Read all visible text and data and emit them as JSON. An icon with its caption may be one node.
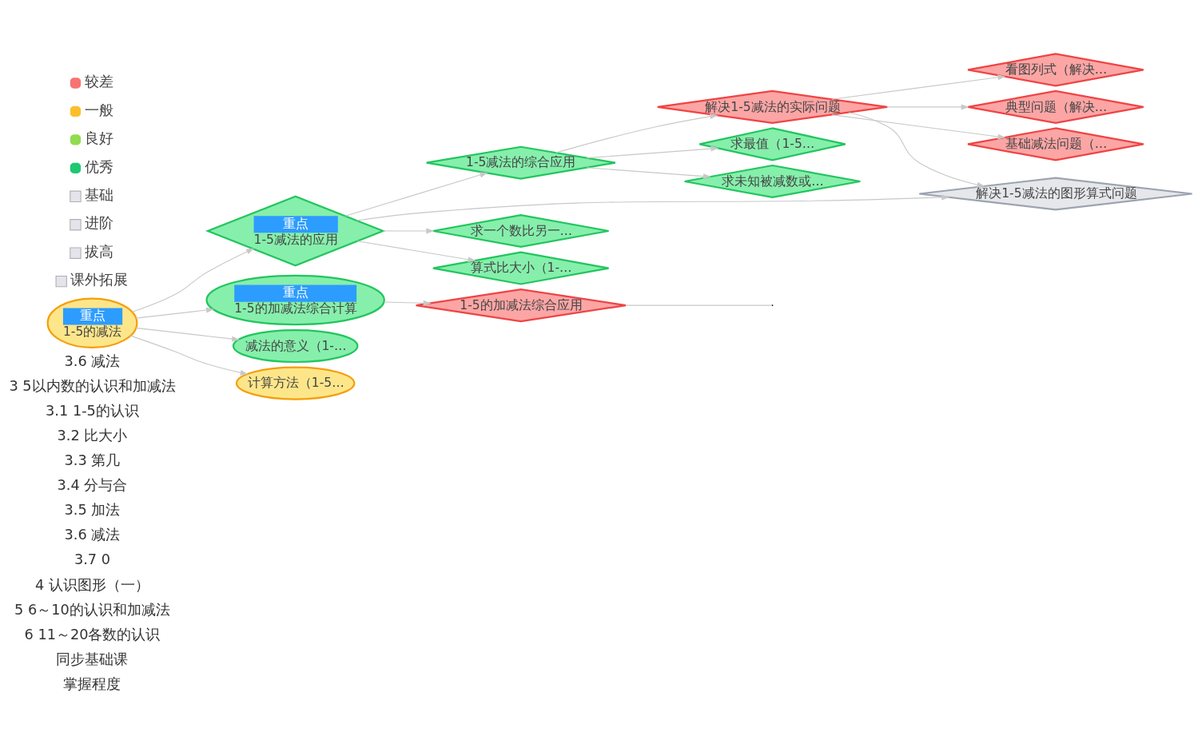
{
  "diagram": {
    "nodes": [
      {
        "text": [
          "看图列式（解决…"
        ]
      },
      {
        "text": [
          "典型问题（解决…"
        ]
      },
      {
        "text": [
          "基础减法问题（…"
        ]
      },
      {
        "text": [
          "解决1-5减法的实际问题"
        ]
      },
      {
        "text": [
          "1-5减法的综合应用"
        ]
      },
      {
        "text": [
          "解决1-5减法的图形算式问题"
        ]
      },
      {
        "text": [
          "求最值（1-5…"
        ]
      },
      {
        "text": [
          "求未知被减数或…"
        ]
      },
      {
        "text": [
          "重点",
          "1-5减法的应用"
        ]
      },
      {
        "text": [
          "1-5的加减法综合应用"
        ]
      },
      {
        "text": [
          "重点",
          "1-5的减法"
        ]
      },
      {
        "text": [
          "求一个数比另一…"
        ]
      },
      {
        "text": [
          "算式比大小（1-…"
        ]
      },
      {
        "text": [
          "重点",
          "1-5的加减法综合计算"
        ]
      },
      {
        "text": [
          "减法的意义（1-…"
        ]
      },
      {
        "text": [
          "计算方法（1-5…"
        ]
      }
    ],
    "edges": [
      {
        "from": 3,
        "to": 1,
        "arrow": "to"
      },
      {
        "from": 3,
        "to": 0,
        "arrow": "to"
      },
      {
        "from": 3,
        "to": 2,
        "arrow": "to"
      },
      {
        "from": 4,
        "to": 3,
        "arrow": "to"
      },
      {
        "from": 3,
        "to": 5,
        "arrow": "to"
      },
      {
        "from": 4,
        "to": 6,
        "arrow": "to"
      },
      {
        "from": 4,
        "to": 7,
        "arrow": "to"
      },
      {
        "from": 8,
        "to": 4,
        "arrow": "to"
      },
      {
        "from": 8,
        "to": 5,
        "arrow": "to"
      },
      {
        "from": 8,
        "to": 11,
        "arrow": "to"
      },
      {
        "from": 8,
        "to": 12,
        "arrow": "to"
      },
      {
        "from": 10,
        "to": 8,
        "arrow": "to"
      },
      {
        "from": 10,
        "to": 14,
        "arrow": "to"
      },
      {
        "from": 10,
        "to": 15,
        "arrow": "to"
      },
      {
        "from": 10,
        "to": 13,
        "arrow": "to"
      },
      {
        "from": 13,
        "to": 9,
        "arrow": "to"
      },
      {
        "from": 9,
        "to": null,
        "arrow": "none"
      }
    ],
    "labels": [
      "3.6 减法",
      "3 5以内数的认识和加减法",
      "3.1 1-5的认识",
      "3.2 比大小",
      "3.3 第几",
      "3.4 分与合",
      "3.5 加法",
      "3.6 减法",
      "3.7 0",
      "4 认识图形（一）",
      "5 6～10的认识和加减法",
      "6 11～20各数的认识",
      "同步基础课",
      "掌握程度"
    ],
    "legend": [
      {
        "text": "较差",
        "color": "#f87272"
      },
      {
        "text": "一般",
        "color": "#fcbf2c"
      },
      {
        "text": "良好",
        "color": "#92dc50"
      },
      {
        "text": "优秀",
        "color": "#1dc870"
      },
      {
        "text": "基础"
      },
      {
        "text": "进阶"
      },
      {
        "text": "拔高"
      },
      {
        "text": "课外拓展"
      }
    ]
  }
}
